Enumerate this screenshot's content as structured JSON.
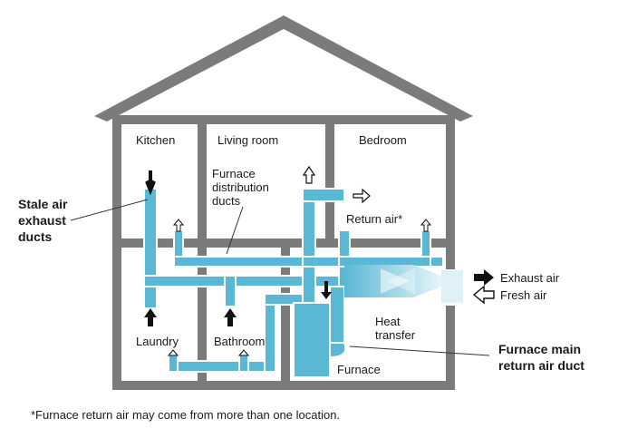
{
  "rooms": {
    "kitchen": "Kitchen",
    "living_room": "Living room",
    "bedroom": "Bedroom",
    "laundry": "Laundry",
    "bathroom": "Bathroom",
    "furnace": "Furnace"
  },
  "labels": {
    "stale_air": [
      "Stale air",
      "exhaust",
      "ducts"
    ],
    "furnace_distribution": [
      "Furnace",
      "distribution",
      "ducts"
    ],
    "return_air": "Return air*",
    "exhaust_air": "Exhaust air",
    "fresh_air": "Fresh air",
    "heat_transfer": [
      "Heat",
      "transfer"
    ],
    "furnace_main_return": [
      "Furnace main",
      "return air duct"
    ]
  },
  "footnote": "*Furnace return air may come from more than one location.",
  "colors": {
    "house_outline": "#7b7b7b",
    "duct_fill": "#5bb8d4",
    "duct_stroke": "#ffffff",
    "text": "#1a1a1a"
  }
}
